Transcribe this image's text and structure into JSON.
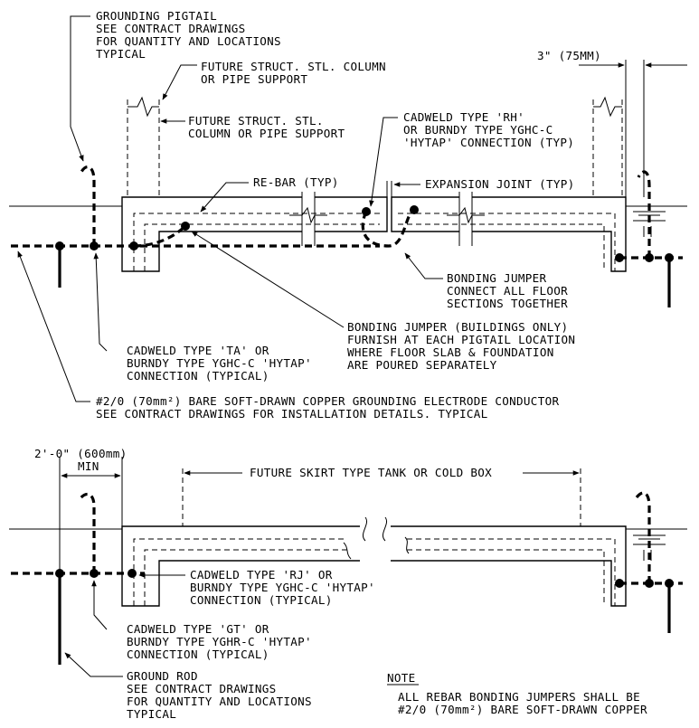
{
  "labels": {
    "pigtail": [
      "GROUNDING PIGTAIL",
      "SEE CONTRACT DRAWINGS",
      "FOR QUANTITY AND LOCATIONS",
      "TYPICAL"
    ],
    "future_col_1": [
      "FUTURE STRUCT. STL. COLUMN",
      "OR PIPE SUPPORT"
    ],
    "future_col_2": [
      "FUTURE STRUCT. STL.",
      "COLUMN OR PIPE SUPPORT"
    ],
    "cadweld_rh": [
      "CADWELD TYPE 'RH'",
      "OR BURNDY TYPE YGHC-C",
      "'HYTAP' CONNECTION (TYP)"
    ],
    "dim_3in": "3\" (75MM)",
    "rebar": "RE-BAR (TYP)",
    "expansion": "EXPANSION JOINT (TYP)",
    "bonding_jumper": [
      "BONDING JUMPER",
      "CONNECT ALL FLOOR",
      "SECTIONS TOGETHER"
    ],
    "bonding_jumper_bldg": [
      "BONDING JUMPER (BUILDINGS ONLY)",
      "FURNISH AT EACH PIGTAIL LOCATION",
      "WHERE FLOOR SLAB & FOUNDATION",
      "ARE POURED SEPARATELY"
    ],
    "cadweld_ta": [
      "CADWELD TYPE 'TA' OR",
      "BURNDY TYPE YGHC-C 'HYTAP'",
      "CONNECTION (TYPICAL)"
    ],
    "conductor": [
      "#2/0 (70mm²) BARE SOFT-DRAWN COPPER GROUNDING ELECTRODE CONDUCTOR",
      "SEE CONTRACT DRAWINGS FOR INSTALLATION DETAILS. TYPICAL"
    ],
    "dim_2ft": [
      "2'-0\" (600mm)",
      "MIN"
    ],
    "skirt_tank": "FUTURE SKIRT TYPE TANK OR COLD BOX",
    "cadweld_rj": [
      "CADWELD TYPE 'RJ' OR",
      "BURNDY TYPE YGHC-C 'HYTAP'",
      "CONNECTION (TYPICAL)"
    ],
    "cadweld_gt": [
      "CADWELD TYPE 'GT' OR",
      "BURNDY TYPE YGHR-C 'HYTAP'",
      "CONNECTION (TYPICAL)"
    ],
    "ground_rod": [
      "GROUND ROD",
      "SEE CONTRACT DRAWINGS",
      "FOR QUANTITY AND LOCATIONS",
      "TYPICAL"
    ],
    "note_title": "NOTE",
    "note_text": [
      "ALL REBAR BONDING JUMPERS SHALL BE",
      "#2/0 (70mm²) BARE SOFT-DRAWN COPPER"
    ]
  }
}
